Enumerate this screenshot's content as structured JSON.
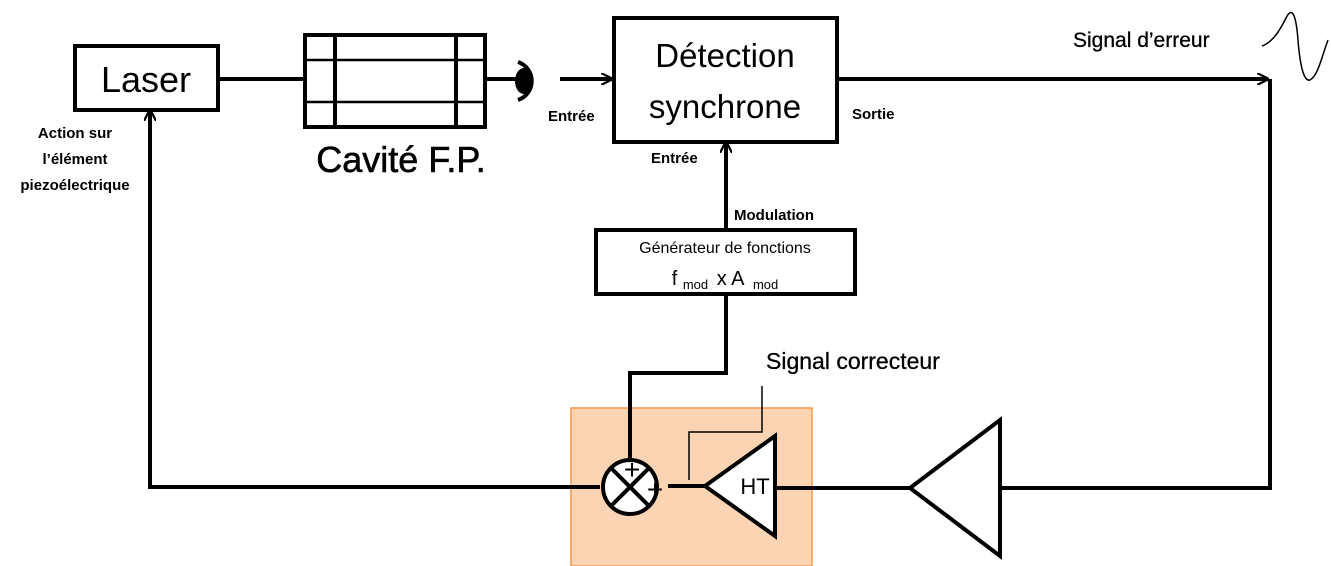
{
  "blocks": {
    "laser": "Laser",
    "cavity": "Cavité F.P.",
    "detection_line1": "Détection",
    "detection_line2": "synchrone",
    "generator_title": "Générateur de fonctions",
    "generator_f": "f",
    "generator_mod1": "mod",
    "generator_x": "x A",
    "generator_mod2": "mod",
    "ht": "HT"
  },
  "labels": {
    "entree_detector": "Entrée",
    "entree_modulation": "Entrée",
    "sortie": "Sortie",
    "modulation": "Modulation",
    "signal_erreur": "Signal d’erreur",
    "signal_correcteur": "Signal correcteur",
    "action_line1": "Action sur",
    "action_line2": "l’élément",
    "action_line3": "piezoélectrique",
    "plus_top": "+",
    "plus_bottom": "+"
  },
  "colors": {
    "corrector_box_fill": "#FBD4B4",
    "corrector_box_stroke": "#F79646",
    "line": "#000000"
  }
}
